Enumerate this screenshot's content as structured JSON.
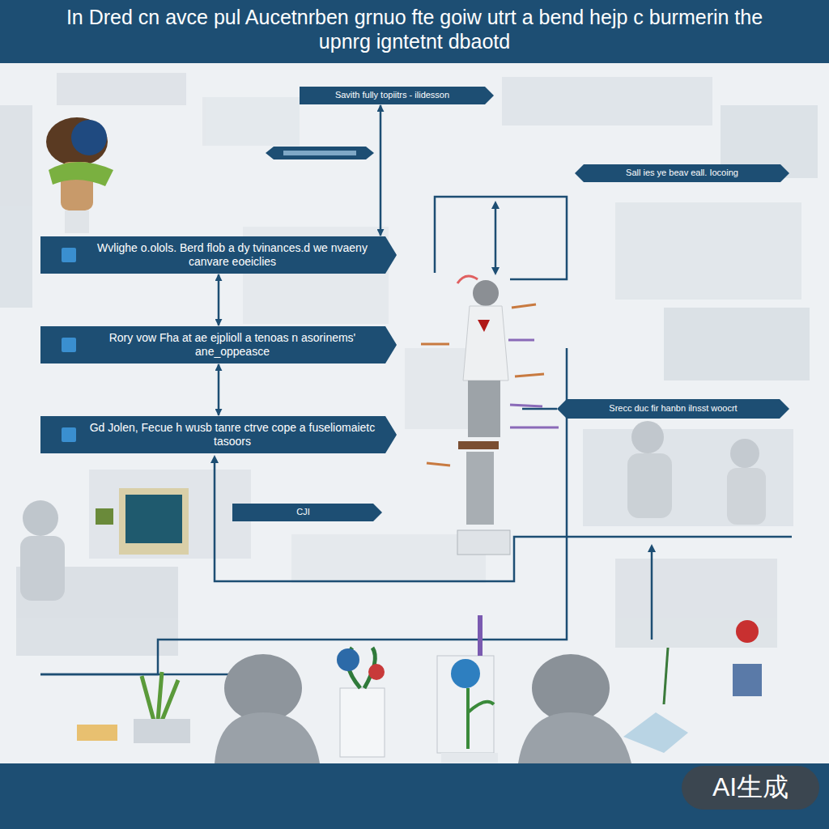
{
  "diagram": {
    "title": "In Dred cn avce pul Aucetnrben grnuo fte goiw utrt a bend hejp c burmerin the upnrg igntetnt dbaotd",
    "nodes": [
      {
        "text": [
          "Savith fully topiitrs - ilidesson"
        ]
      },
      {
        "text": [
          "Sall ies ye beav eall. Iocoing"
        ]
      },
      {
        "text": [
          "Wvlighe o.olols. Berd flob a dy tvinances.d we nvaeny canvare eoeiclies"
        ]
      },
      {
        "text": [
          "Rory vow Fha at ae ejplioll a tenoas n asorinems' ane_oppeasce"
        ]
      },
      {
        "text": [
          "Srecc duc fir hanbn ilnsst woocrt"
        ]
      },
      {
        "text": [
          "Gd Jolen, Fecue h wusb tanre ctrve cope a fuseliomaietc tasoors"
        ]
      },
      {
        "text": [
          "CJI"
        ]
      }
    ],
    "edges": [
      {
        "from": 0,
        "to": 2,
        "arrow": "both"
      },
      {
        "from": 2,
        "to": 3,
        "arrow": "both"
      },
      {
        "from": 3,
        "to": 5,
        "arrow": "both"
      }
    ],
    "labels": [
      "AI生成"
    ]
  }
}
